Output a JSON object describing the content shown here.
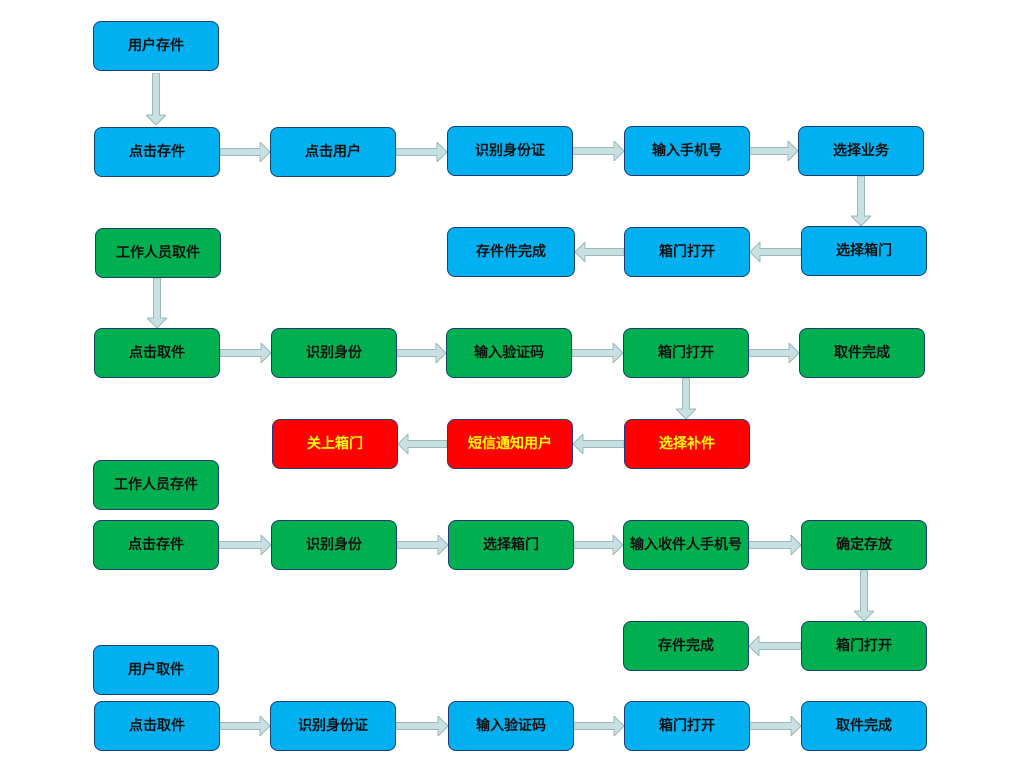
{
  "colors": {
    "blue": "#00b0f0",
    "green": "#00b050",
    "red": "#ff0000",
    "red_text": "#ffff00",
    "border": "#1f3d73",
    "arrow_fill": "#c8e0e2",
    "arrow_stroke": "#9ab9bd"
  },
  "flows": {
    "user_deposit": {
      "start": "用户存件",
      "steps": [
        "点击存件",
        "点击用户",
        "识别身份证",
        "输入手机号",
        "选择业务"
      ],
      "next": [
        "选择箱门",
        "箱门打开",
        "存件件完成"
      ]
    },
    "staff_pickup": {
      "start": "工作人员取件",
      "steps": [
        "点击取件",
        "识别身份",
        "输入验证码",
        "箱门打开",
        "取件完成"
      ],
      "next": [
        "选择补件",
        "短信通知用户",
        "关上箱门"
      ]
    },
    "staff_deposit": {
      "start": "工作人员存件",
      "steps": [
        "点击存件",
        "识别身份",
        "选择箱门",
        "输入收件人手机号",
        "确定存放"
      ],
      "next": [
        "箱门打开",
        "存件完成"
      ]
    },
    "user_pickup": {
      "start": "用户取件",
      "steps": [
        "点击取件",
        "识别身份证",
        "输入验证码",
        "箱门打开",
        "取件完成"
      ]
    }
  }
}
